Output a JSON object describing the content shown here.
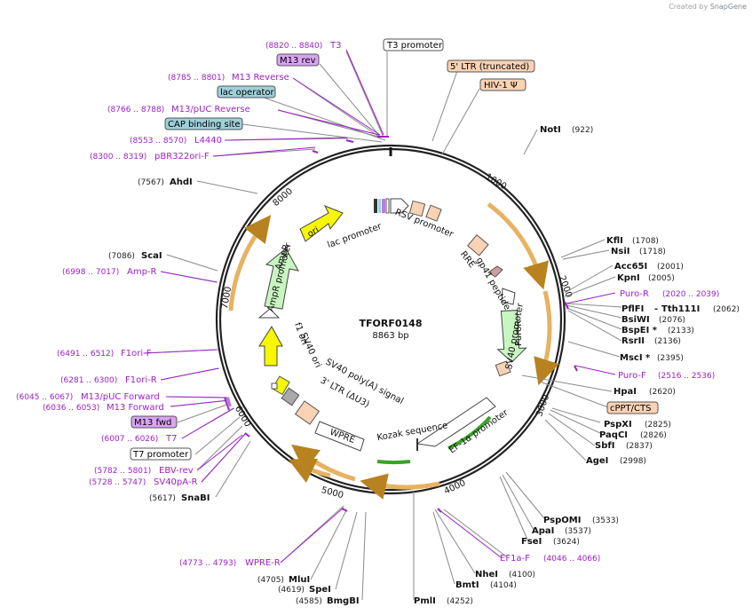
{
  "creator": {
    "prefix": "Created by",
    "brand": "SnapGene"
  },
  "plasmid": {
    "name": "TFORF0148",
    "size": "8863 bp"
  },
  "ticks": [
    "1000",
    "2000",
    "3000",
    "4000",
    "5000",
    "6000",
    "7000",
    "8000"
  ],
  "enzymes": [
    {
      "name": "NotI",
      "pos": "(922)"
    },
    {
      "name": "KflI",
      "pos": "(1708)"
    },
    {
      "name": "NsiI",
      "pos": "(1718)"
    },
    {
      "name": "Acc65I",
      "pos": "(2001)"
    },
    {
      "name": "KpnI",
      "pos": "(2005)"
    },
    {
      "name": "PflFI",
      "name2": "Tth111I",
      "pos": "(2062)"
    },
    {
      "name": "BsiWI",
      "pos": "(2076)"
    },
    {
      "name": "BspEI *",
      "pos": "(2133)"
    },
    {
      "name": "RsrII",
      "pos": "(2136)"
    },
    {
      "name": "MscI *",
      "pos": "(2395)"
    },
    {
      "name": "HpaI",
      "pos": "(2620)"
    },
    {
      "name": "PspXI",
      "pos": "(2825)"
    },
    {
      "name": "PaqCI",
      "pos": "(2826)"
    },
    {
      "name": "SbfI",
      "pos": "(2837)"
    },
    {
      "name": "AgeI",
      "pos": "(2998)"
    },
    {
      "name": "PspOMI",
      "pos": "(3533)"
    },
    {
      "name": "ApaI",
      "pos": "(3537)"
    },
    {
      "name": "FseI",
      "pos": "(3624)"
    },
    {
      "name": "NheI",
      "pos": "(4100)"
    },
    {
      "name": "BmtI",
      "pos": "(4104)"
    },
    {
      "name": "PmlI",
      "pos": "(4252)"
    },
    {
      "name": "BmgBI",
      "pos": "(4585)"
    },
    {
      "name": "SpeI",
      "pos": "(4619)"
    },
    {
      "name": "MluI",
      "pos": "(4705)"
    },
    {
      "name": "SnaBI",
      "pos": "(5617)"
    },
    {
      "name": "ScaI",
      "pos": "(7086)"
    },
    {
      "name": "AhdI",
      "pos": "(7567)"
    }
  ],
  "primers": [
    {
      "name": "T3",
      "pos": "(8820 .. 8840)"
    },
    {
      "name": "M13 Reverse",
      "pos": "(8785 .. 8801)"
    },
    {
      "name": "M13/pUC Reverse",
      "pos": "(8766 .. 8788)"
    },
    {
      "name": "L4440",
      "pos": "(8553 .. 8570)"
    },
    {
      "name": "pBR322ori-F",
      "pos": "(8300 .. 8319)"
    },
    {
      "name": "Amp-R",
      "pos": "(6998 .. 7017)"
    },
    {
      "name": "F1ori-F",
      "pos": "(6491 .. 6512)"
    },
    {
      "name": "F1ori-R",
      "pos": "(6281 .. 6300)"
    },
    {
      "name": "M13/pUC Forward",
      "pos": "(6045 .. 6067)"
    },
    {
      "name": "M13 Forward",
      "pos": "(6036 .. 6053)"
    },
    {
      "name": "T7",
      "pos": "(6007 .. 6026)"
    },
    {
      "name": "EBV-rev",
      "pos": "(5782 .. 5801)"
    },
    {
      "name": "SV40pA-R",
      "pos": "(5728 .. 5747)"
    },
    {
      "name": "WPRE-R",
      "pos": "(4773 .. 4793)"
    },
    {
      "name": "EF1a-F",
      "pos": "(4046 .. 4066)"
    },
    {
      "name": "Puro-R",
      "pos": "(2020 .. 2039)"
    },
    {
      "name": "Puro-F",
      "pos": "(2516 .. 2536)"
    }
  ],
  "boxed_labels": {
    "t3_promoter": "T3 promoter",
    "m13_rev": "M13 rev",
    "lac_operator": "lac operator",
    "cap_binding_site": "CAP binding site",
    "ltr_truncated": "5' LTR (truncated)",
    "hiv_psi": "HIV-1 Ψ",
    "cppt_cts": "cPPT/CTS",
    "m13_fwd": "M13 fwd",
    "t7_promoter": "T7 promoter"
  },
  "features": {
    "lac_promoter": "lac promoter",
    "rsv_promoter": "RSV promoter",
    "rre": "RRE",
    "gp41": "gp41 peptide",
    "sv40_promoter": "SV40 promoter",
    "puror": "PuroR",
    "ef1a": "EF-1α promoter",
    "kozak": "Kozak sequence",
    "wpre": "WPRE",
    "ltr3": "3' LTR (ΔU3)",
    "sv40_polya": "SV40 poly(A) signal",
    "sv40_ori": "SV40 ori",
    "f1_ori": "f1 ori",
    "ampr_promoter": "AmpR promoter",
    "ampr": "AmpR",
    "ori": "ori"
  },
  "colors": {
    "primer": "#9b22c6",
    "orf": "#d8a24a",
    "promoter_green": "#c8f5c0",
    "ori_yellow": "#f7f700",
    "ltr_fill": "#fad2b4",
    "lac_box": "#9fd0da",
    "m13_box": "#d9a3f2"
  }
}
